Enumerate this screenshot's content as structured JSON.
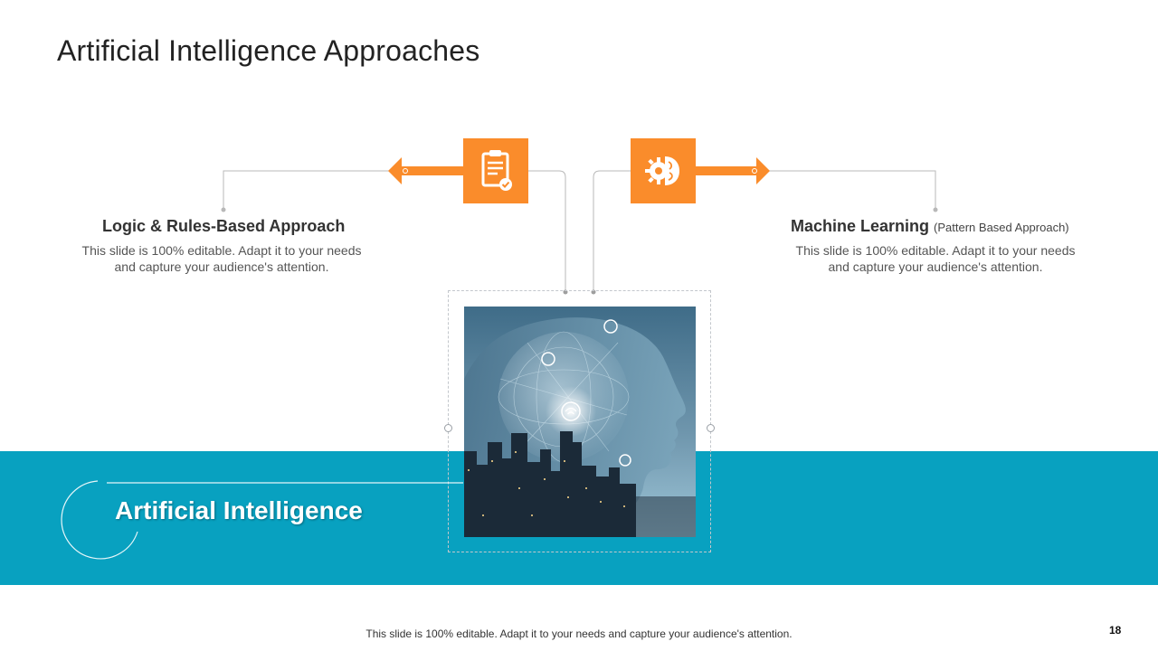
{
  "title": "Artificial Intelligence Approaches",
  "left_item": {
    "heading": "Logic & Rules-Based Approach",
    "description": "This slide is 100% editable. Adapt it to your needs and capture your audience's attention.",
    "icon": "clipboard-check-icon"
  },
  "right_item": {
    "heading": "Machine Learning",
    "subheading": "(Pattern Based Approach)",
    "description": "This slide is 100% editable. Adapt it to your needs and capture your audience's attention.",
    "icon": "brain-gear-icon"
  },
  "band_label": "Artificial Intelligence",
  "footer_note": "This slide is 100% editable. Adapt it to your needs and capture your audience's attention.",
  "page_number": "18",
  "colors": {
    "accent_orange": "#fa8c2b",
    "band_teal": "#08a1c0",
    "title_text": "#222222"
  }
}
